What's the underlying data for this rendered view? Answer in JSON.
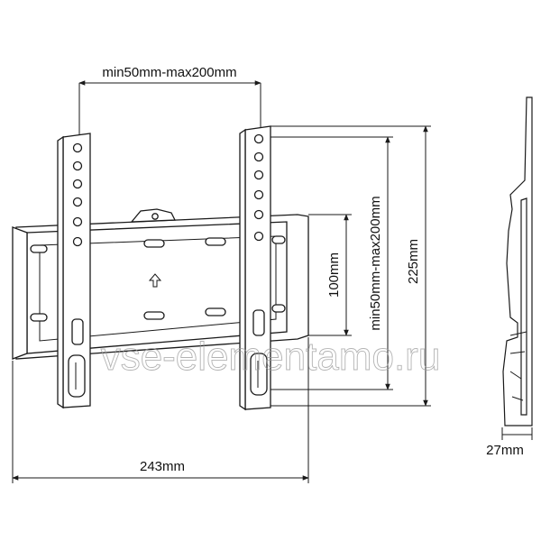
{
  "dimensions": {
    "hole_pattern_horizontal": "min50mm-max200mm",
    "hole_pattern_vertical": "min50mm-max200mm",
    "plate_height": "100mm",
    "total_height": "225mm",
    "total_width": "243mm",
    "depth": "27mm"
  },
  "watermark": "vse-elementamo.ru",
  "colors": {
    "line": "#1a1a1a",
    "fill": "#ffffff",
    "watermark": "#9a9a9a"
  }
}
